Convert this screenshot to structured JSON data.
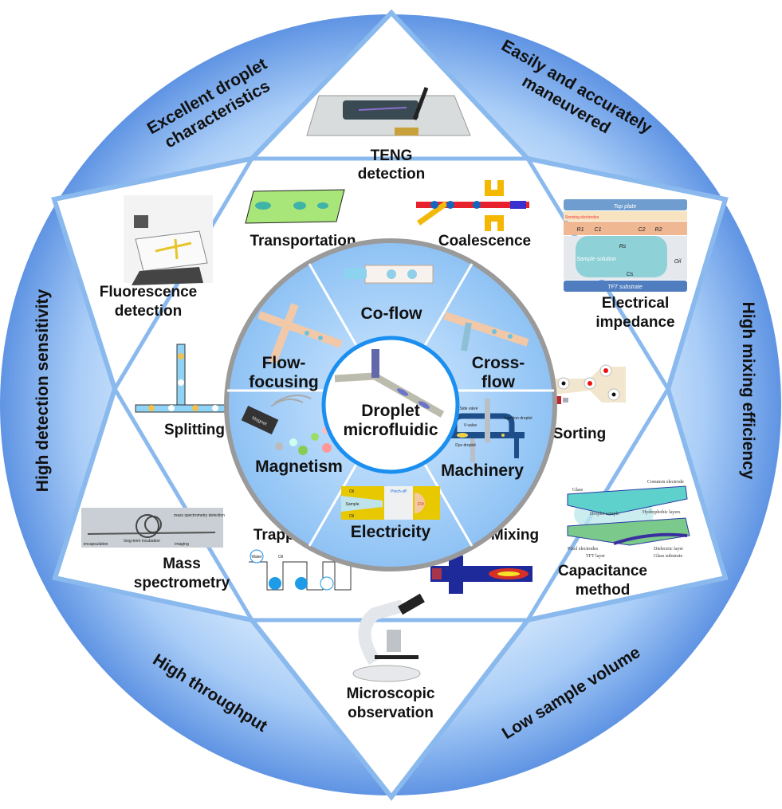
{
  "center": {
    "line1": "Droplet",
    "line2": "microfluidic"
  },
  "advantages": {
    "top_left": {
      "line1": "Excellent droplet",
      "line2": "characteristics"
    },
    "top_right": {
      "line1": "Easily and accurately",
      "line2": "maneuvered"
    },
    "right": "High mixing efficiency",
    "bottom_right": "Low sample volume",
    "bottom_left": "High throughput",
    "left": "High detection sensitivity"
  },
  "generation_methods": {
    "co_flow": "Co-flow",
    "cross_flow": {
      "line1": "Cross-",
      "line2": "flow"
    },
    "flow_focusing": {
      "line1": "Flow-",
      "line2": "focusing"
    },
    "magnetism": "Magnetism",
    "machinery": "Machinery",
    "electricity": "Electricity"
  },
  "manipulations": {
    "transportation": "Transportation",
    "coalescence": "Coalescence",
    "splitting": "Splitting",
    "sorting": "Sorting",
    "trapping": "Trapping",
    "mixing": "Mixing"
  },
  "detections": {
    "teng": {
      "line1": "TENG",
      "line2": "detection"
    },
    "fluorescence": {
      "line1": "Fluorescence",
      "line2": "detection"
    },
    "electrical_impedance": {
      "line1": "Electrical",
      "line2": "impedance"
    },
    "mass_spectrometry": {
      "line1": "Mass",
      "line2": "spectrometry"
    },
    "capacitance": {
      "line1": "Capacitance",
      "line2": "method"
    },
    "microscopic": {
      "line1": "Microscopic",
      "line2": "observation"
    }
  },
  "figure_annotations": {
    "impedance": [
      "Top plate",
      "Sensing electrodes",
      "R1",
      "C1",
      "C2",
      "R2",
      "Rs",
      "Cs",
      "Sample solution",
      "Oil",
      "TFT substrate"
    ],
    "capacitance": [
      "Glass",
      "Common electrode",
      "Droplet sample",
      "Hydrophobic layers",
      "Pixel electrodes",
      "TFT layer",
      "Dielectric layer",
      "Glass substrate"
    ],
    "machinery": [
      "Side valve",
      "V-valve",
      "Injection droplet",
      "Dye droplet"
    ],
    "electricity": [
      "Oil",
      "Sample",
      "Pinch-off",
      "EW",
      "Oil"
    ],
    "mass_spec": [
      "encapsulation",
      "long-term incubation",
      "imaging",
      "mass spectrometry detection"
    ],
    "trapping": [
      "Water",
      "Oil"
    ],
    "magnet": "Magnet"
  },
  "colors": {
    "ring_outer": "#5e93e3",
    "ring_inner": "#d6e8fc",
    "sector": "#9ccaf7",
    "border": "#8ab9ee",
    "center_border": "#1a8ff0"
  }
}
